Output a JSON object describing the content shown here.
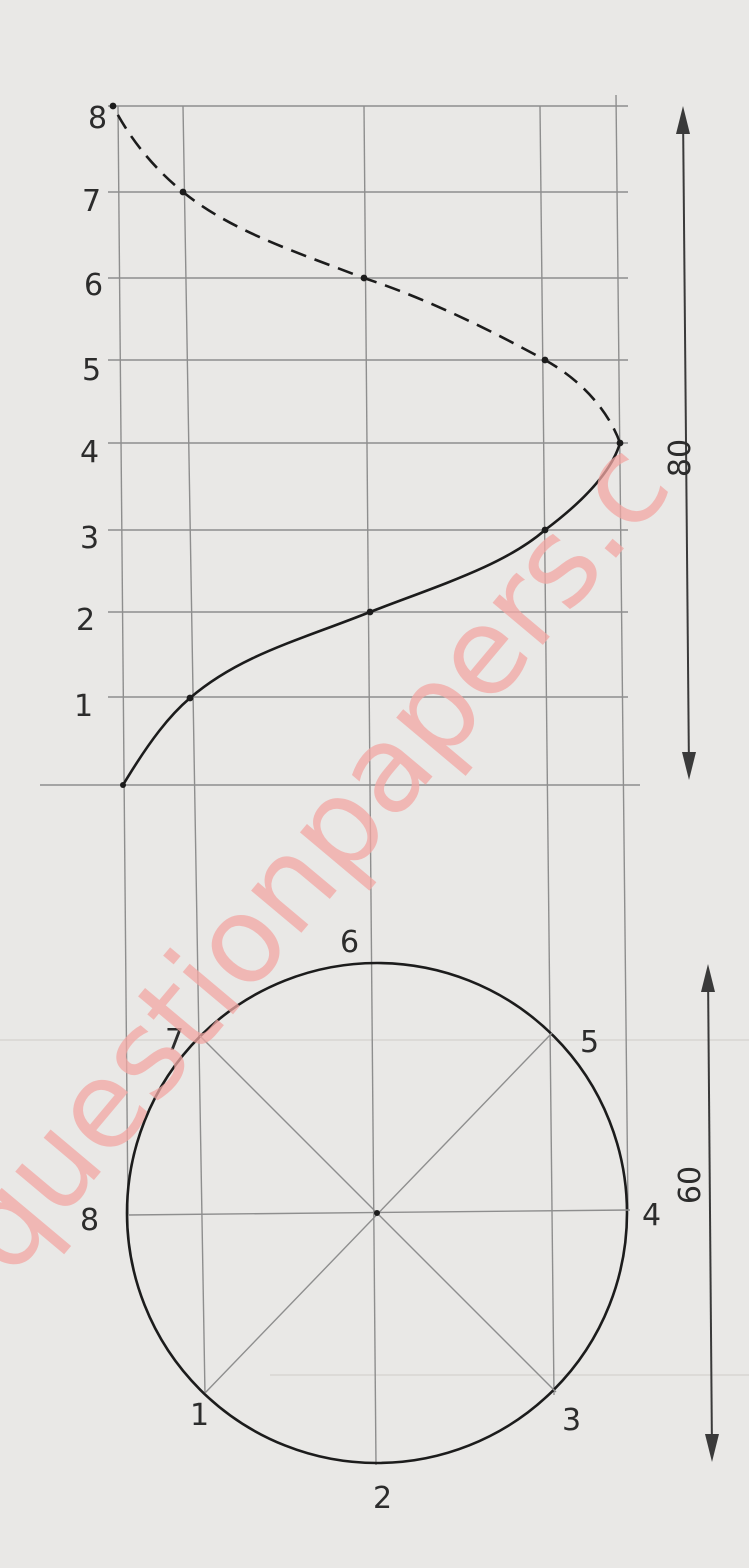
{
  "diagram": {
    "elevation": {
      "y_labels": [
        "1",
        "2",
        "3",
        "4",
        "5",
        "6",
        "7",
        "8"
      ],
      "dimension_label": "80"
    },
    "plan": {
      "point_labels": [
        "1",
        "2",
        "3",
        "4",
        "5",
        "6",
        "7",
        "8"
      ],
      "dimension_label": "60"
    },
    "watermark": "questionpapers.c"
  },
  "colors": {
    "paper": "#e9e8e6",
    "pencil": "#8e8e8e",
    "ink": "#1c1c1c",
    "watermark": "#f2a7a3"
  }
}
